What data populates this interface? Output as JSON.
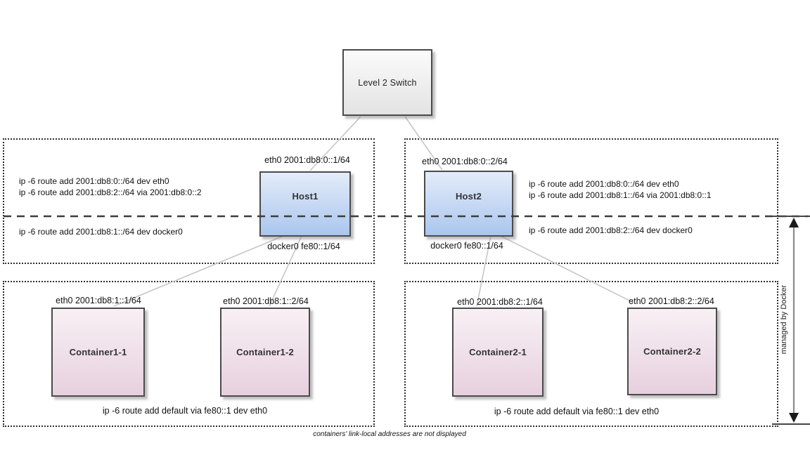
{
  "diagram": {
    "switch_label": "Level 2 Switch",
    "managed_by_label": "managed by Docker",
    "footnote": "containers' link-local addresses are not displayed"
  },
  "hosts": [
    {
      "name": "Host1",
      "eth0": "eth0 2001:db8:0::1/64",
      "docker0": "docker0 fe80::1/64",
      "route_eth_1": "ip -6 route add 2001:db8:0::/64 dev eth0",
      "route_eth_2": "ip -6 route add 2001:db8:2::/64 via 2001:db8:0::2",
      "route_docker0": "ip -6 route add 2001:db8:1::/64 dev docker0"
    },
    {
      "name": "Host2",
      "eth0": "eth0 2001:db8:0::2/64",
      "docker0": "docker0 fe80::1/64",
      "route_eth_1": "ip -6 route add 2001:db8:0::/64 dev eth0",
      "route_eth_2": "ip -6 route add 2001:db8:1::/64 via 2001:db8:0::1",
      "route_docker0": "ip -6 route add 2001:db8:2::/64 dev docker0"
    }
  ],
  "containers": [
    {
      "name": "Container1-1",
      "eth0": "eth0 2001:db8:1::1/64"
    },
    {
      "name": "Container1-2",
      "eth0": "eth0 2001:db8:1::2/64"
    },
    {
      "name": "Container2-1",
      "eth0": "eth0 2001:db8:2::1/64"
    },
    {
      "name": "Container2-2",
      "eth0": "eth0 2001:db8:2::2/64"
    }
  ],
  "container_groups": [
    {
      "default_route": "ip -6 route add default via fe80::1 dev eth0"
    },
    {
      "default_route": "ip -6 route add default via fe80::1 dev eth0"
    }
  ],
  "colors": {
    "host_fill_top": "#e3ecf9",
    "host_fill_bottom": "#aac6ee",
    "container_fill_top": "#f8f0f5",
    "container_fill_bottom": "#e7d0de",
    "switch_fill_top": "#fbfbfb",
    "switch_fill_bottom": "#e3e3e3",
    "node_border": "#4a4a4a",
    "region_border": "#2e2e2e",
    "wire": "#c6c6c6",
    "dashed_line": "#3c3c3c",
    "arrow": "#8a8a8a"
  }
}
